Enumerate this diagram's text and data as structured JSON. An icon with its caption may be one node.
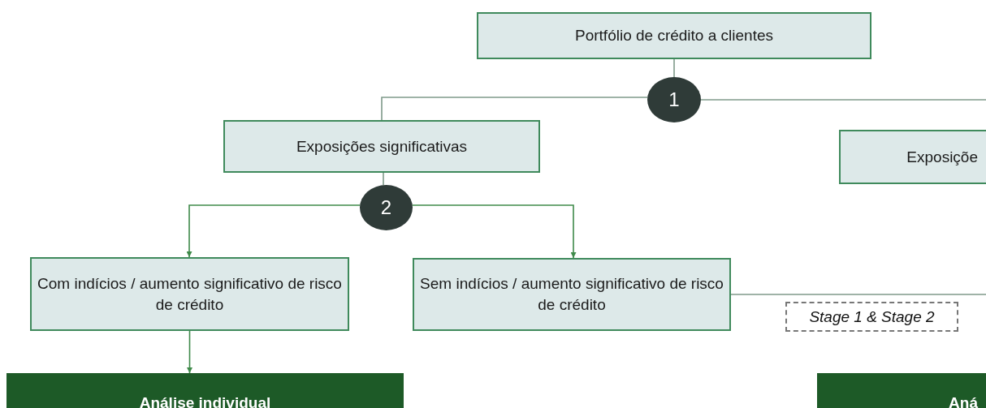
{
  "diagram": {
    "nodes": [
      {
        "text": [
          "Portfólio de crédito a clientes"
        ]
      },
      {
        "text": [
          "1"
        ]
      },
      {
        "text": [
          "Exposições significativas"
        ]
      },
      {
        "text": [
          "Exposiçõe"
        ]
      },
      {
        "text": [
          "2"
        ]
      },
      {
        "text": [
          "Com indícios / aumento significativo de risco de crédito"
        ]
      },
      {
        "text": [
          "Sem indícios / aumento significativo de risco de crédito"
        ]
      },
      {
        "text": [
          "Stage 1 & Stage 2"
        ]
      },
      {
        "text": [
          "Análise individual"
        ]
      },
      {
        "text": [
          "Aná"
        ]
      }
    ],
    "edges": [
      {
        "from": 0,
        "to": 1,
        "arrow": "none"
      },
      {
        "from": 1,
        "to": 2,
        "arrow": "none"
      },
      {
        "from": 1,
        "to": null,
        "arrow": "none"
      },
      {
        "from": 2,
        "to": 4,
        "arrow": "none"
      },
      {
        "from": 4,
        "to": 5,
        "arrow": "to"
      },
      {
        "from": 4,
        "to": 6,
        "arrow": "to"
      },
      {
        "from": 6,
        "to": null,
        "arrow": "none"
      },
      {
        "from": 5,
        "to": 8,
        "arrow": "to"
      }
    ]
  }
}
